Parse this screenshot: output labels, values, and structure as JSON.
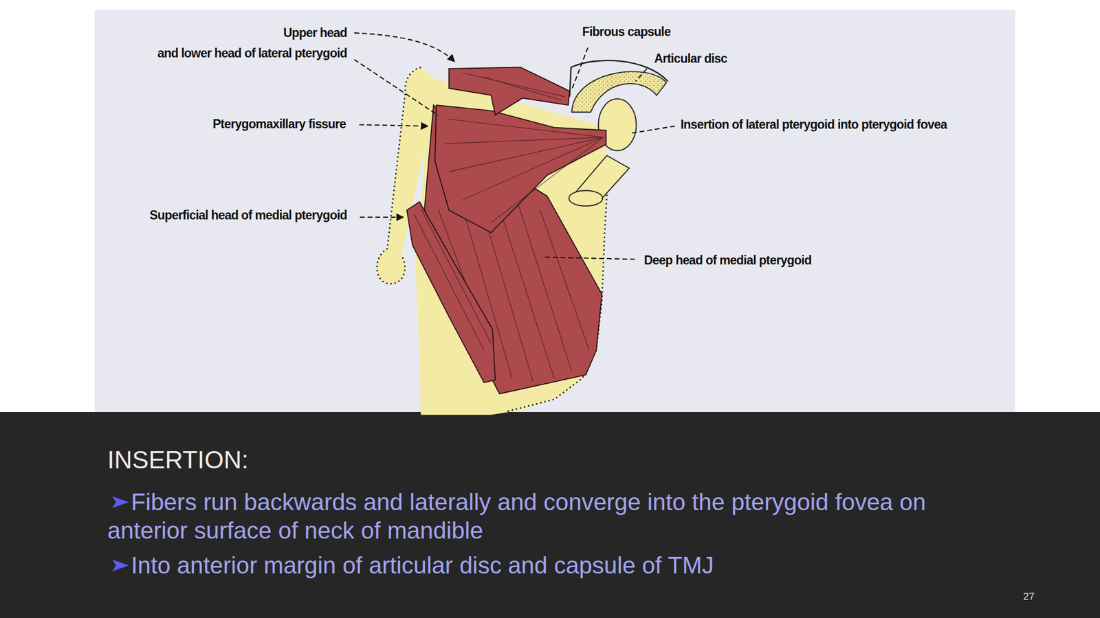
{
  "diagram": {
    "title": "INSERTION:",
    "labels": [
      "Upper head and lower head of lateral pterygoid",
      "Fibrous capsule",
      "Articular disc",
      "Pterygomaxillary fissure",
      "Insertion of lateral pterygoid into pterygoid fovea",
      "Superficial head of medial pterygoid",
      "Deep head of medial pterygoid",
      "Fibers run backwards and laterally and converge into the pterygoid fovea on anterior surface of neck of mandible",
      "Into anterior margin of articular disc and capsule of TMJ",
      "27"
    ]
  }
}
